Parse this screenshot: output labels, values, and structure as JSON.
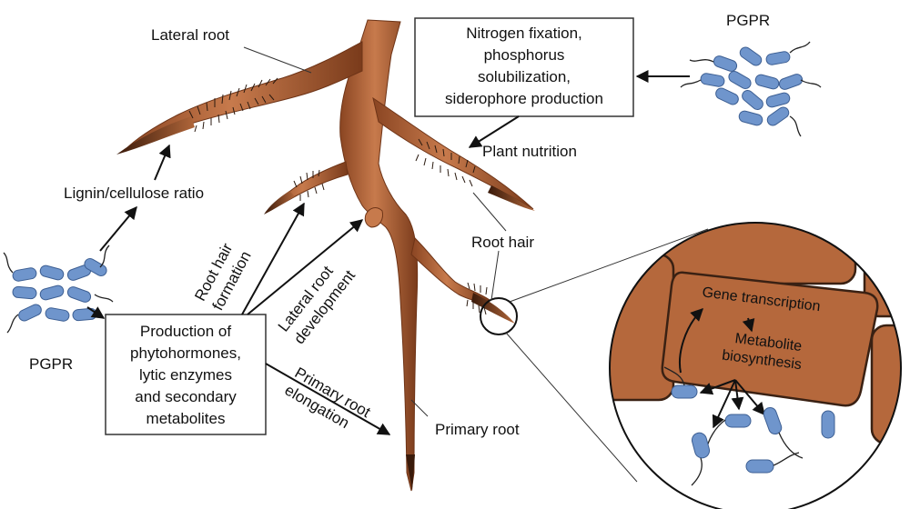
{
  "colors": {
    "root_light": "#c77a4c",
    "root_dark": "#6e3417",
    "cell_fill": "#b5683c",
    "cell_wall": "#3a2113",
    "bacteria": "#6f95cc",
    "text": "#111111"
  },
  "labels": {
    "lateral_root": "Lateral root",
    "lignin_ratio": "Lignin/cellulose ratio",
    "pgpr_top": "PGPR",
    "pgpr_left": "PGPR",
    "plant_nutrition": "Plant nutrition",
    "root_hair": "Root hair",
    "primary_root": "Primary root",
    "root_hair_formation": [
      "Root hair",
      "formation"
    ],
    "lateral_root_development": [
      "Lateral root",
      "development"
    ],
    "primary_root_elongation": [
      "Primary root",
      "elongation"
    ],
    "gene_transcription": "Gene transcription",
    "metabolite_biosynthesis": [
      "Metabolite",
      "biosynthesis"
    ]
  },
  "nutrition_box": [
    "Nitrogen fixation,",
    "phosphorus",
    "solubilization,",
    "siderophore production"
  ],
  "production_box": [
    "Production of",
    "phytohormones,",
    "lytic enzymes",
    "and secondary",
    "metabolites"
  ]
}
